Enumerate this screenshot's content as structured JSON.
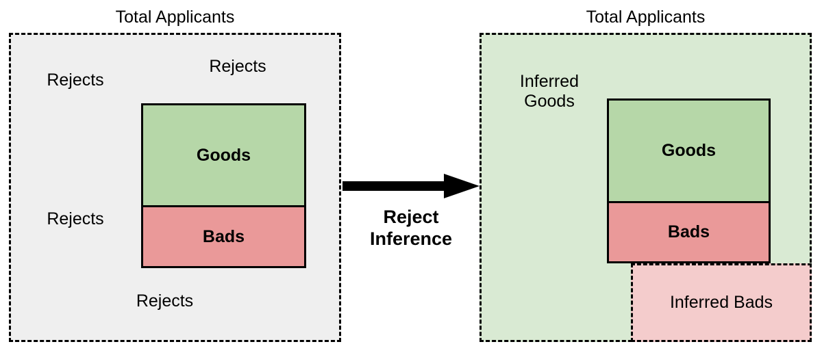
{
  "diagram": {
    "title": "Reject Inference",
    "colors": {
      "goods_fill": "#b6d7a8",
      "bads_fill": "#ea9999",
      "inferred_goods_fill": "#d9ead3",
      "inferred_bads_fill": "#f4cccc",
      "population_fill": "#efefef",
      "outline": "#000000"
    },
    "left_panel": {
      "caption": "Total Applicants",
      "region_labels": [
        "Rejects",
        "Rejects",
        "Rejects",
        "Rejects"
      ],
      "blocks": [
        {
          "label": "Goods"
        },
        {
          "label": "Bads"
        }
      ]
    },
    "transition": {
      "caption": "Reject\nInference",
      "arrow": "right-arrow-icon"
    },
    "right_panel": {
      "caption": "Total Applicants",
      "region_labels": [
        "Inferred\nGoods"
      ],
      "blocks": [
        {
          "label": "Goods"
        },
        {
          "label": "Bads"
        }
      ],
      "inferred_bads_label": "Inferred Bads"
    }
  }
}
